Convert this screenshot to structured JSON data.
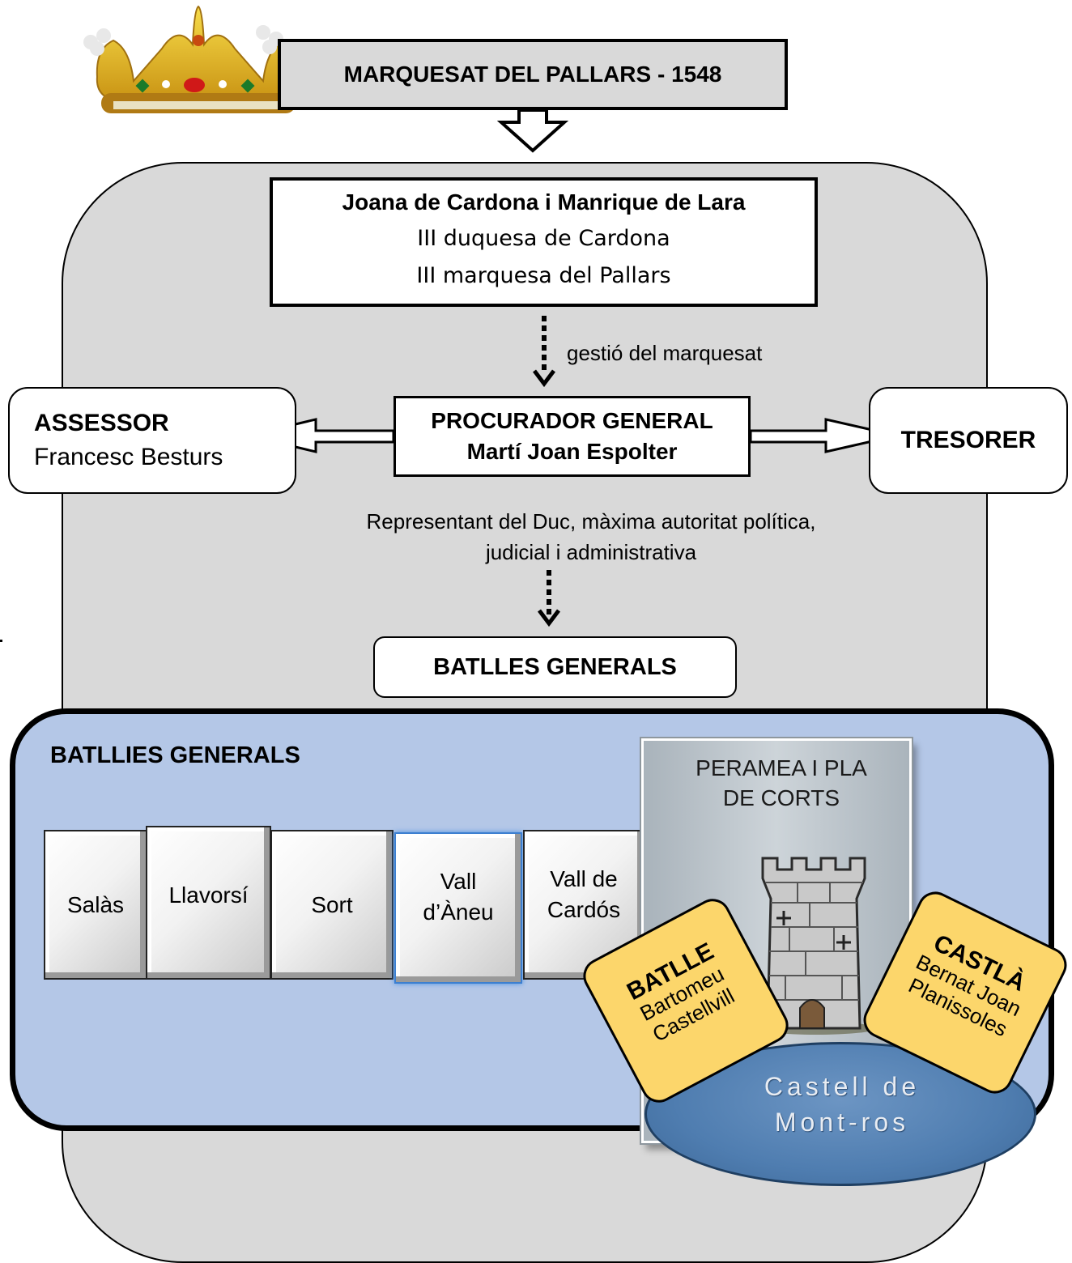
{
  "title": "MARQUESAT DEL PALLARS - 1548",
  "ruler": {
    "name": "Joana de Cardona i Manrique de Lara",
    "title1": "III duquesa de Cardona",
    "title2": "III marquesa del Pallars"
  },
  "arrow1_label": "gestió del marquesat",
  "procurador": {
    "line1": "PROCURADOR GENERAL",
    "line2": "Martí Joan Espolter"
  },
  "assessor": {
    "heading": "ASSESSOR",
    "name": "Francesc Besturs"
  },
  "tresorer": "TRESORER",
  "procurador_desc": {
    "line1": "Representant del Duc, màxima autoritat política,",
    "line2": "judicial i administrativa"
  },
  "batlles_generals": "BATLLES GENERALS",
  "batllies": {
    "heading": "BATLLIES GENERALS",
    "tiles": [
      {
        "line1": "Salàs",
        "line2": ""
      },
      {
        "line1": "Llavorsí",
        "line2": ""
      },
      {
        "line1": "Sort",
        "line2": ""
      },
      {
        "line1": "Vall",
        "line2": "d’Àneu"
      },
      {
        "line1": "Vall de",
        "line2": "Cardós"
      }
    ]
  },
  "peramea": {
    "line1": "PERAMEA I PLA",
    "line2": "DE CORTS"
  },
  "castell": {
    "line1": "Castell de",
    "line2": "Mont-ros"
  },
  "batlle": {
    "heading": "BATLLE",
    "line1": "Bartomeu",
    "line2": "Castellvill"
  },
  "castla": {
    "heading": "CASTLÀ",
    "line1": "Bernat Joan",
    "line2": "Planissoles"
  },
  "icons": [
    "crown-icon",
    "tower-icon"
  ],
  "colors": {
    "panel_gray": "#d9d9d9",
    "panel_blue": "#b4c7e7",
    "note_yellow": "#fcd66b",
    "castle_ellipse": "#4f7db0"
  }
}
